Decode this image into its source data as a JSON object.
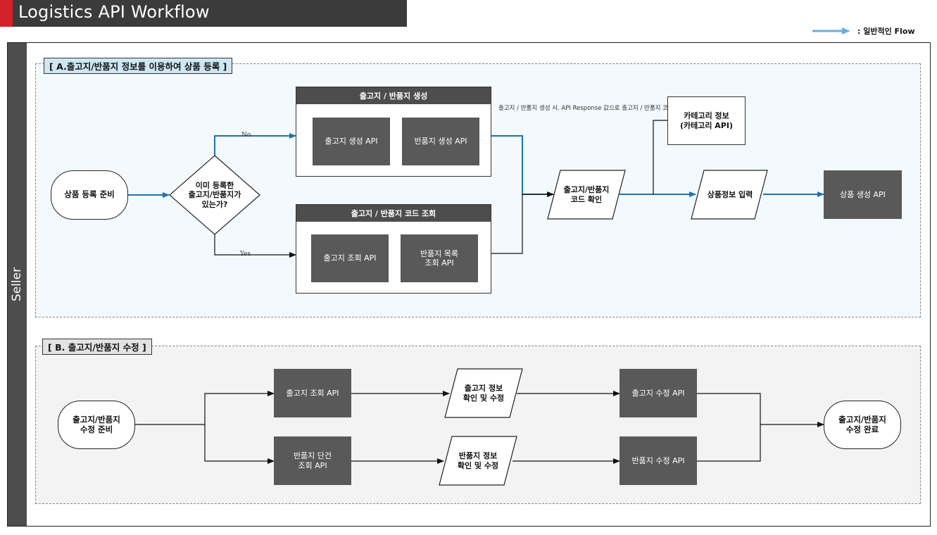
{
  "title": "Logistics API Workflow",
  "legend": {
    "label": ": 일반적인 Flow",
    "color": "#6aaee0"
  },
  "lane": {
    "label": "Seller"
  },
  "colors": {
    "accent": "#d4202a",
    "flow": "#1e73b0",
    "dark_box": "#595959"
  },
  "section_a": {
    "label": "[ A.출고지/반품지 정보를 이용하여 상품 등록 ]",
    "start": "상품 등록 준비",
    "decision": "이미 등록한\n출고지/반품지가\n있는가?",
    "edge_no": "No",
    "edge_yes": "Yes",
    "create_group": {
      "title": "출고지 / 반품지 생성",
      "box1": "출고지 생성 API",
      "box2": "반품지 생성 API"
    },
    "lookup_group": {
      "title": "출고지 / 반품지 코드 조회",
      "box1": "출고지 조회 API",
      "box2": "반품지 목록\n조회 API"
    },
    "note": "출고지 / 반품지 생성 시.\nAPI Response 값으로\n출고지 / 반품지 코드 노출",
    "check_code": "출고지/반품지\n코드 확인",
    "category": "카테고리 정보\n(카테고리 API)",
    "product_input": "상품정보 입력",
    "create_product": "상품 생성 API"
  },
  "section_b": {
    "label": "[ B. 출고지/반품지 수정 ]",
    "start": "출고지/반품지\n수정 준비",
    "top_api": "출고지 조회 API",
    "bottom_api": "반품지 단건\n조회 API",
    "top_check": "출고지 정보\n확인 및 수정",
    "bottom_check": "반품지 정보\n확인 및 수정",
    "top_update": "출고지 수정 API",
    "bottom_update": "반품지 수정 API",
    "end": "출고지/반품지\n수정 완료"
  }
}
